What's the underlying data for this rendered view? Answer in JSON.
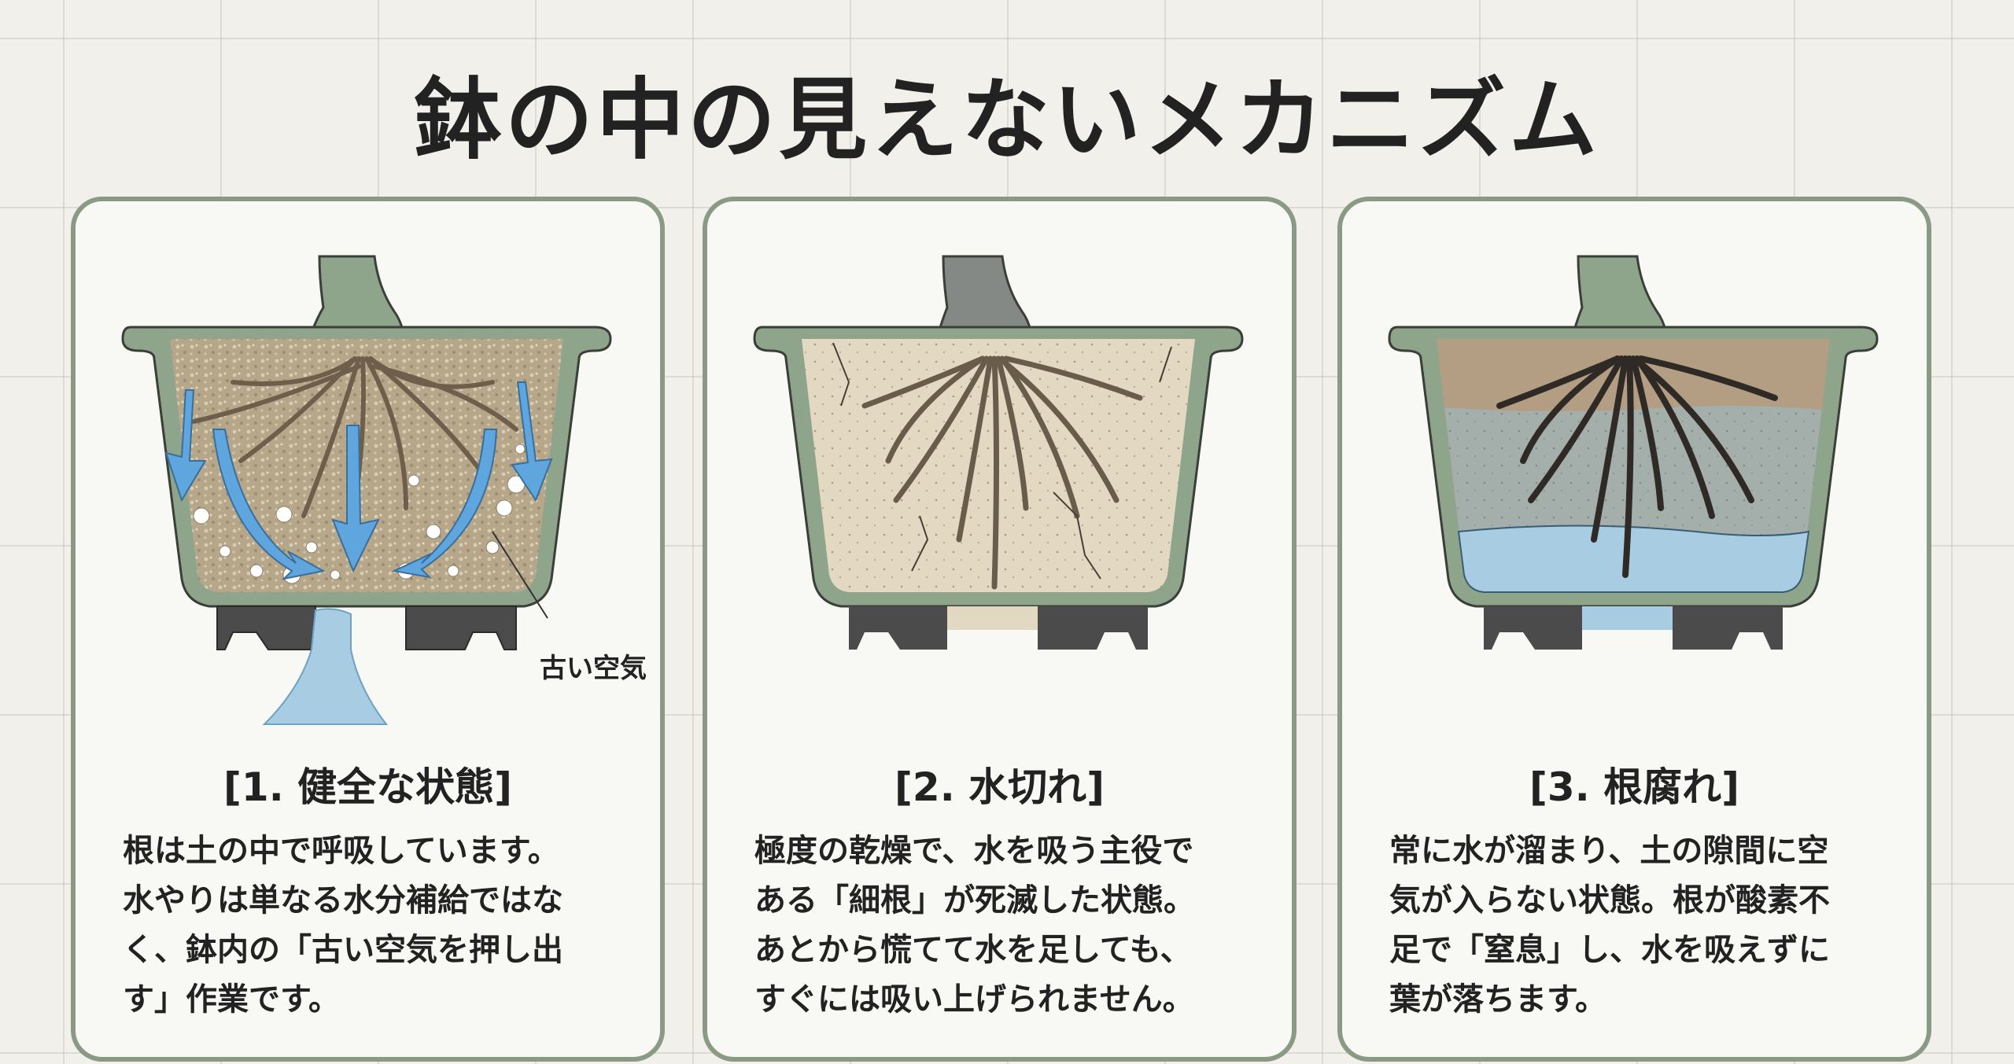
{
  "title": "鉢の中の見えないメカニズム",
  "colors": {
    "card_border": "#8a9a85",
    "pot_green": "#8ea48b",
    "pot_foot": "#4a4b4a",
    "arrow_blue": "#5fa5de",
    "water_blue": "#a8cde3",
    "healthy_soil": "#b7a78a",
    "dry_soil": "#e3d8c2",
    "wet_soil": "#a4aeaa",
    "rotten_root": "#2f2a26"
  },
  "panels": [
    {
      "heading": "[1. 健全な状態]",
      "illustration": "healthy-pot-drainage",
      "callout": "古い空気",
      "lines": [
        "根は土の中で呼吸しています。",
        "水やりは単なる水分補給ではな",
        "く、鉢内の「古い空気を押し出",
        "す」作業です。"
      ]
    },
    {
      "heading": "[2. 水切れ]",
      "illustration": "dry-pot-cracked-soil",
      "lines": [
        "極度の乾燥で、水を吸う主役で",
        "ある「細根」が死滅した状態。",
        "あとから慌てて水を足しても、",
        "すぐには吸い上げられません。"
      ]
    },
    {
      "heading": "[3. 根腐れ]",
      "illustration": "waterlogged-pot-root-rot",
      "lines": [
        "常に水が溜まり、土の隙間に空",
        "気が入らない状態。根が酸素不",
        "足で「窒息」し、水を吸えずに",
        "葉が落ちます。"
      ]
    }
  ]
}
